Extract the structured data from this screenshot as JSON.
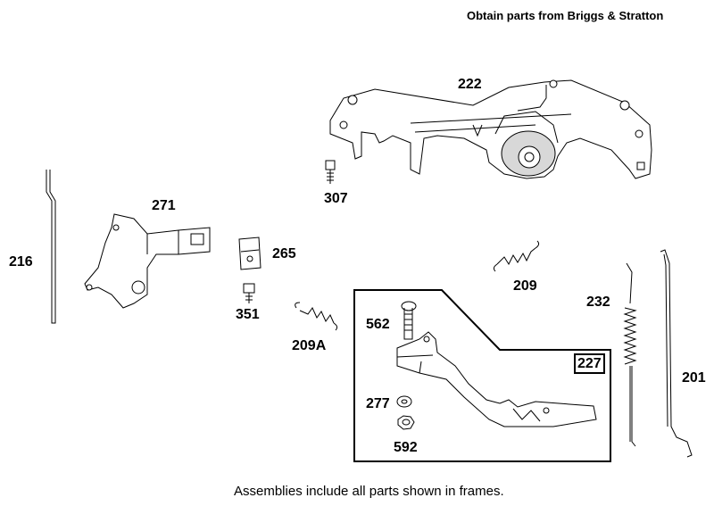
{
  "header": {
    "title": "Obtain parts from Briggs & Stratton"
  },
  "footer": {
    "note": "Assemblies include all parts shown in frames."
  },
  "parts": {
    "p222": "222",
    "p307": "307",
    "p271": "271",
    "p216": "216",
    "p265": "265",
    "p351": "351",
    "p209A": "209A",
    "p209": "209",
    "p232": "232",
    "p201": "201",
    "p562": "562",
    "p227": "227",
    "p277": "277",
    "p592": "592"
  }
}
